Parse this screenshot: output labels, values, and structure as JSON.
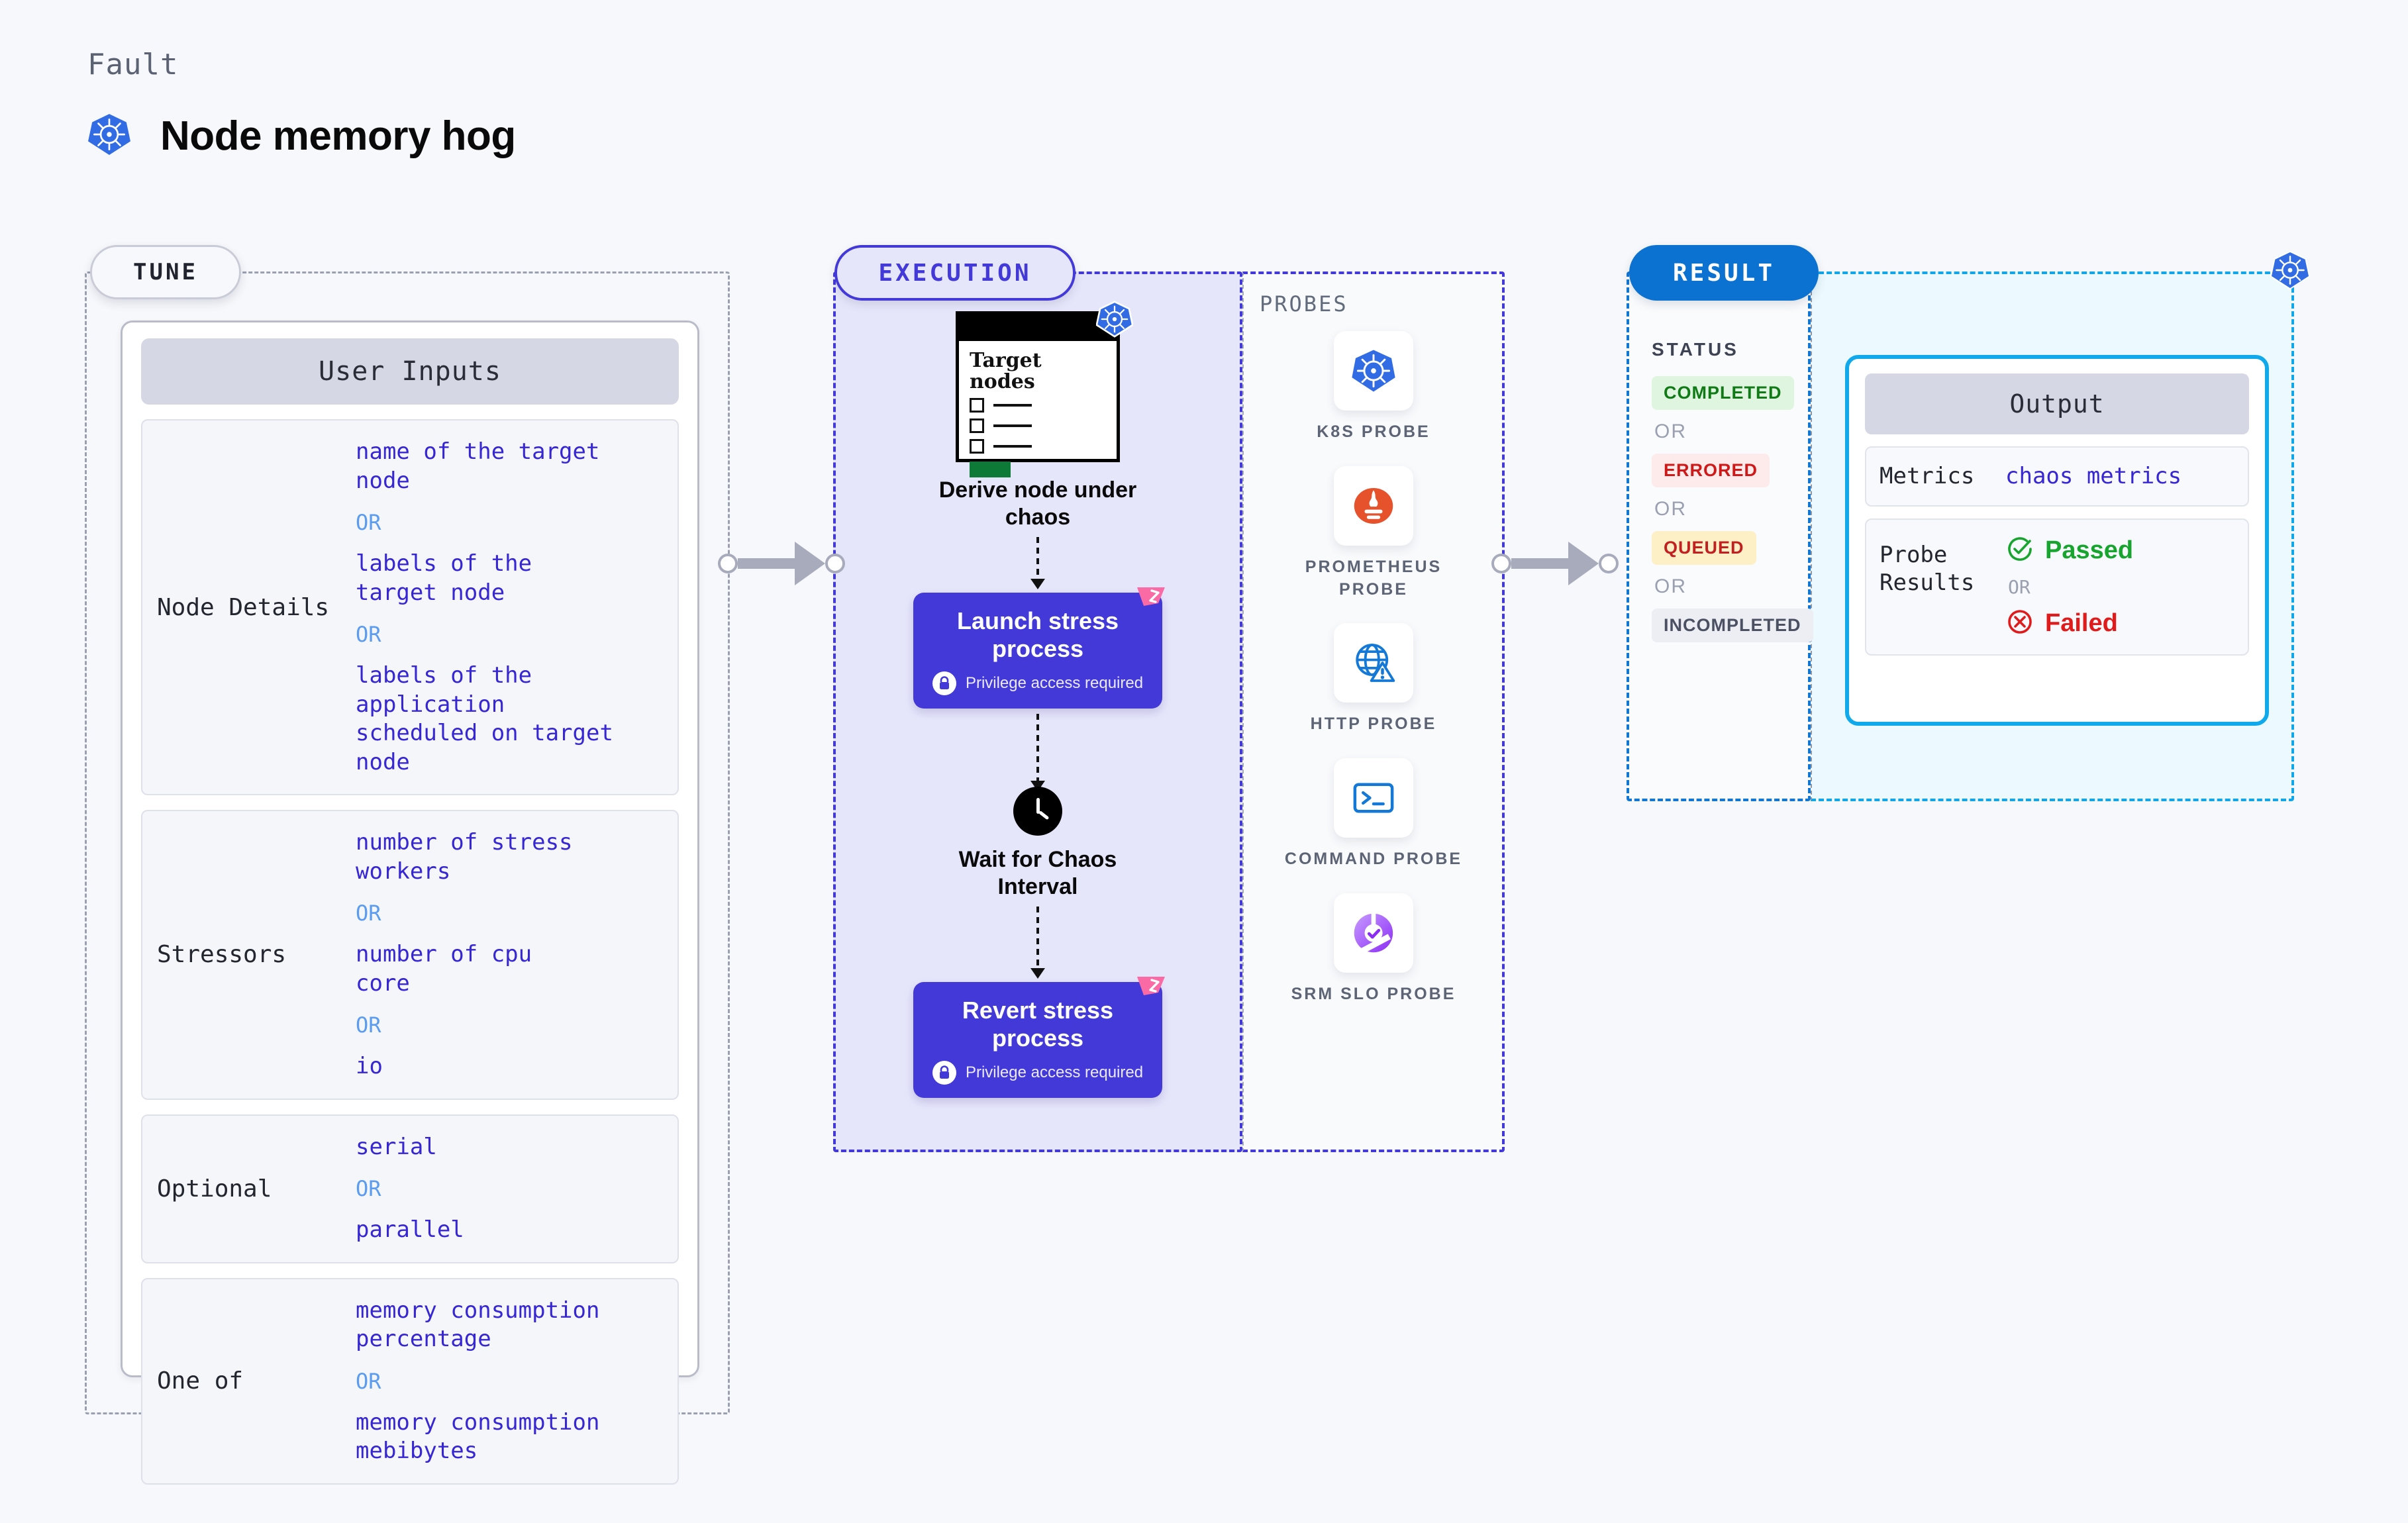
{
  "header": {
    "eyebrow": "Fault",
    "title": "Node memory hog",
    "icon": "kubernetes-icon"
  },
  "tune": {
    "pill_label": "TUNE",
    "card_title": "User Inputs",
    "rows": [
      {
        "key": "Node Details",
        "values": [
          "name of the target\nnode",
          "labels of the\ntarget node",
          "labels of the application\n scheduled on target node"
        ],
        "separator": "OR"
      },
      {
        "key": "Stressors",
        "values": [
          "number of stress\nworkers",
          "number of cpu\ncore",
          "io"
        ],
        "separator": "OR"
      },
      {
        "key": "Optional",
        "values": [
          "serial",
          "parallel"
        ],
        "separator": "OR"
      },
      {
        "key": "One of",
        "values": [
          "memory consumption\npercentage",
          "memory consumption\nmebibytes"
        ],
        "separator": "OR"
      }
    ]
  },
  "execution": {
    "pill_label": "EXECUTION",
    "target_card": {
      "title": "Target\nnodes",
      "icon": "kubernetes-icon"
    },
    "steps": [
      {
        "label": "Derive node under\nchaos",
        "icon": "target-nodes-card"
      },
      {
        "label": "Launch stress\nprocess",
        "sub": "Privilege access required",
        "icon": "lock-icon",
        "flag": "harness-flag-icon"
      },
      {
        "label": "Wait for Chaos\nInterval",
        "icon": "clock-icon"
      },
      {
        "label": "Revert stress\nprocess",
        "sub": "Privilege access required",
        "icon": "lock-icon",
        "flag": "harness-flag-icon"
      }
    ]
  },
  "probes": {
    "label": "PROBES",
    "items": [
      {
        "name": "K8S PROBE",
        "icon": "kubernetes-icon"
      },
      {
        "name": "PROMETHEUS PROBE",
        "icon": "prometheus-icon"
      },
      {
        "name": "HTTP PROBE",
        "icon": "globe-warning-icon"
      },
      {
        "name": "COMMAND PROBE",
        "icon": "terminal-icon"
      },
      {
        "name": "SRM SLO PROBE",
        "icon": "srm-slo-icon"
      }
    ]
  },
  "result": {
    "pill_label": "RESULT",
    "status_label": "STATUS",
    "separator": "OR",
    "statuses": [
      {
        "label": "COMPLETED",
        "style": "completed"
      },
      {
        "label": "ERRORED",
        "style": "errored"
      },
      {
        "label": "QUEUED",
        "style": "queued"
      },
      {
        "label": "INCOMPLETED",
        "style": "incomplete"
      }
    ],
    "badge_icon": "kubernetes-icon"
  },
  "output": {
    "card_title": "Output",
    "metrics_key": "Metrics",
    "metrics_value": "chaos metrics",
    "probe_results_key": "Probe\nResults",
    "passed_label": "Passed",
    "failed_label": "Failed",
    "separator": "OR",
    "passed_icon": "check-circle-icon",
    "failed_icon": "x-circle-icon"
  },
  "colors": {
    "accent_indigo": "#4338d8",
    "accent_blue": "#0b72d1",
    "accent_cyan": "#0fa9ec",
    "k8s_blue": "#326ce5",
    "value_purple": "#3626d4",
    "or_blue": "#5b9cf0",
    "pass_green": "#18a52f",
    "fail_red": "#e01b1b",
    "page_bg": "#f7f8fb"
  }
}
